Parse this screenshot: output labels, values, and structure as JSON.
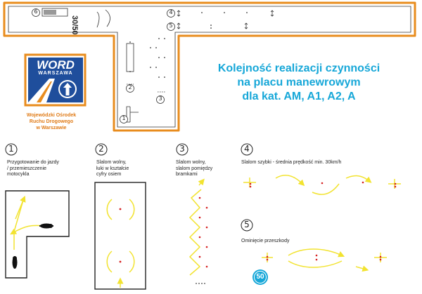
{
  "title": {
    "line1": "Kolejność realizacji czynności",
    "line2": "na placu manewrowym",
    "line3": "dla kat. AM, A1, A2, A"
  },
  "logo": {
    "word": "WORD",
    "city": "WARSZAWA"
  },
  "organization": {
    "line1": "Wojewódzki Ośrodek",
    "line2": "Ruchu Drogowego",
    "line3": "w Warszawie"
  },
  "map": {
    "speed_marking": "30/50",
    "markers": [
      "6",
      "4",
      "5",
      "2",
      "3",
      "1"
    ]
  },
  "steps": [
    {
      "number": "1",
      "lines": [
        "Przygotowanie do jazdy",
        "/ przemieszczenie",
        "motocykla"
      ]
    },
    {
      "number": "2",
      "lines": [
        "Slalom wolny,",
        "łuki w kształcie",
        "cyfry osiem"
      ]
    },
    {
      "number": "3",
      "lines": [
        "Slalom wolny,",
        "slalom pomiędzy",
        "bramkami"
      ]
    },
    {
      "number": "4",
      "lines": [
        "Slalom szybki - średnia prędkość min. 30km/h"
      ]
    },
    {
      "number": "5",
      "lines": [
        "Ominięcie przeszkody"
      ]
    }
  ],
  "speed_sign": "50",
  "colors": {
    "accent_orange": "#e88c1e",
    "title_blue": "#16a7d8",
    "logo_blue": "#1f4e9c",
    "arrow_yellow": "#f2e330",
    "cone_red": "#d62020"
  }
}
